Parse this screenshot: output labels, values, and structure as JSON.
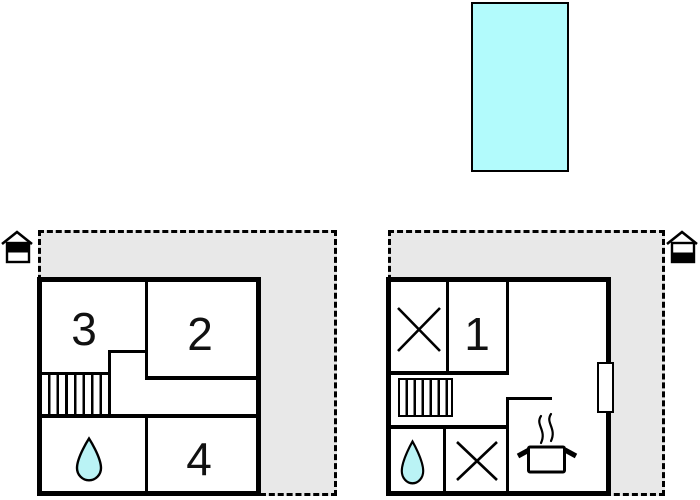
{
  "title": "holiday-home-floor-plan",
  "colors": {
    "pool_fill": "#b2fbfc",
    "water_drop_fill": "#baf3f5",
    "terrace_fill": "#e8e8e8",
    "line": "#000000"
  },
  "pool": {
    "icon": "swimming-pool"
  },
  "units": [
    {
      "name": "floor-plan-left",
      "rooms": [
        {
          "number": "3"
        },
        {
          "number": "2"
        },
        {
          "number": "4"
        }
      ],
      "icons": [
        "house-entrance-icon",
        "staircase-icon",
        "water-drop-icon"
      ]
    },
    {
      "name": "floor-plan-right",
      "rooms": [
        {
          "number": "1"
        }
      ],
      "icons": [
        "house-entrance-icon",
        "staircase-icon",
        "water-drop-icon",
        "bed-cross-icon",
        "bed-cross-icon",
        "stove-pot-icon",
        "fireplace-icon"
      ]
    }
  ]
}
